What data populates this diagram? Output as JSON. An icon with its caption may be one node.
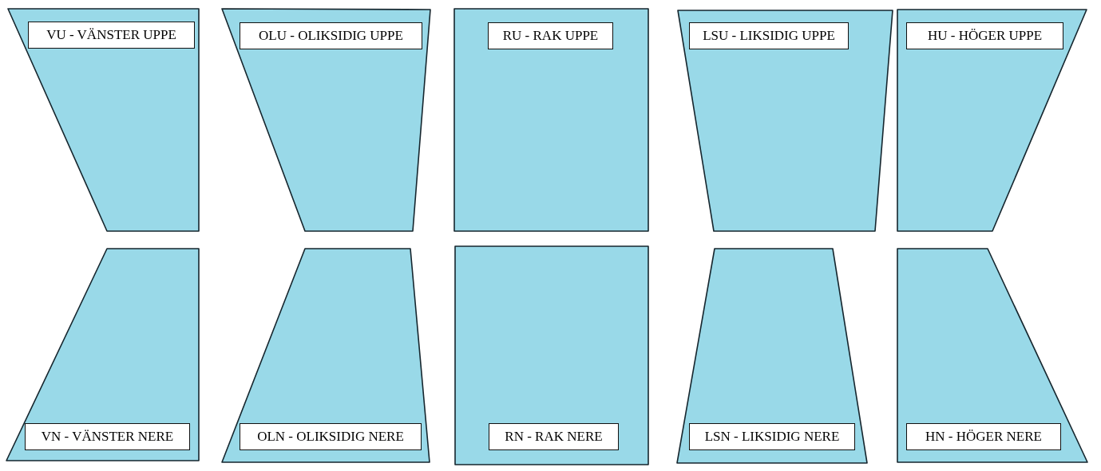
{
  "diagram": {
    "nodes": [
      {
        "text": [
          "VU - VÄNSTER UPPE"
        ]
      },
      {
        "text": [
          "OLU - OLIKSIDIG UPPE"
        ]
      },
      {
        "text": [
          "RU - RAK UPPE"
        ]
      },
      {
        "text": [
          "LSU - LIKSIDIG UPPE"
        ]
      },
      {
        "text": [
          "HU - HÖGER UPPE"
        ]
      },
      {
        "text": [
          "VN - VÄNSTER NERE"
        ]
      },
      {
        "text": [
          "OLN - OLIKSIDIG NERE"
        ]
      },
      {
        "text": [
          "RN - RAK NERE"
        ]
      },
      {
        "text": [
          "LSN - LIKSIDIG NERE"
        ]
      },
      {
        "text": [
          "HN - HÖGER NERE"
        ]
      }
    ]
  }
}
